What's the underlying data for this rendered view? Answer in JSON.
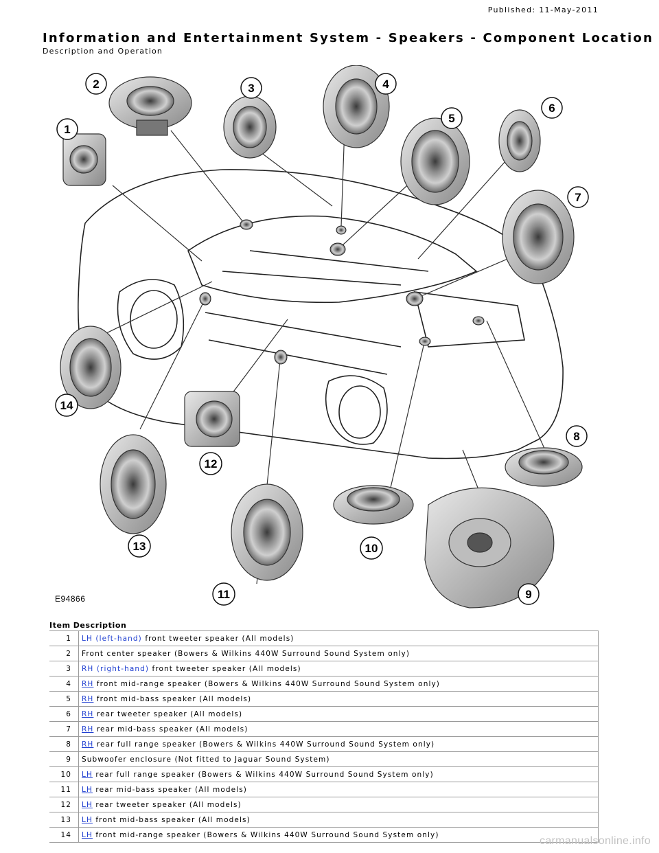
{
  "header": {
    "published": "Published: 11-May-2011",
    "title": "Information and Entertainment System - Speakers - Component Location",
    "subtitle": "Description and Operation"
  },
  "figure": {
    "id": "E94866",
    "callouts": [
      "1",
      "2",
      "3",
      "4",
      "5",
      "6",
      "7",
      "8",
      "9",
      "10",
      "11",
      "12",
      "13",
      "14"
    ]
  },
  "table": {
    "col_item": "Item",
    "col_desc": "Description",
    "rows": [
      {
        "num": "1",
        "link": "LH (left-hand)",
        "underline": false,
        "text": " front tweeter speaker (All models)"
      },
      {
        "num": "2",
        "link": "",
        "underline": false,
        "text": "Front center speaker (Bowers & Wilkins 440W Surround Sound System only)"
      },
      {
        "num": "3",
        "link": "RH (right-hand)",
        "underline": false,
        "text": " front tweeter speaker (All models)"
      },
      {
        "num": "4",
        "link": "RH",
        "underline": true,
        "text": " front mid-range speaker (Bowers & Wilkins 440W Surround Sound System only)"
      },
      {
        "num": "5",
        "link": "RH",
        "underline": true,
        "text": " front mid-bass speaker (All models)"
      },
      {
        "num": "6",
        "link": "RH",
        "underline": true,
        "text": " rear tweeter speaker (All models)"
      },
      {
        "num": "7",
        "link": "RH",
        "underline": true,
        "text": " rear mid-bass speaker (All models)"
      },
      {
        "num": "8",
        "link": "RH",
        "underline": true,
        "text": " rear full range speaker (Bowers & Wilkins 440W Surround Sound System only)"
      },
      {
        "num": "9",
        "link": "",
        "underline": false,
        "text": "Subwoofer enclosure (Not fitted to Jaguar Sound System)"
      },
      {
        "num": "10",
        "link": "LH",
        "underline": true,
        "text": " rear full range speaker (Bowers & Wilkins 440W Surround Sound System only)"
      },
      {
        "num": "11",
        "link": "LH",
        "underline": true,
        "text": " rear mid-bass speaker (All models)"
      },
      {
        "num": "12",
        "link": "LH",
        "underline": true,
        "text": " rear tweeter speaker (All models)"
      },
      {
        "num": "13",
        "link": "LH",
        "underline": true,
        "text": " front mid-bass speaker (All models)"
      },
      {
        "num": "14",
        "link": "LH",
        "underline": true,
        "text": " front mid-range speaker (Bowers & Wilkins 440W Surround Sound System only)"
      }
    ]
  },
  "watermark": "carmanualsonline.info",
  "colors": {
    "link": "#1f3fd1",
    "border": "#9a9a9a",
    "watermark": "#c2c2c2"
  }
}
